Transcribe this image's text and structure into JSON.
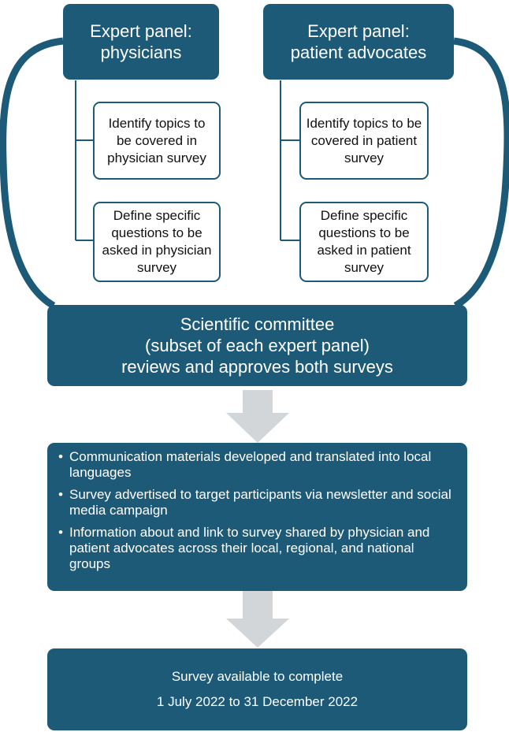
{
  "panels": [
    {
      "title_line1": "Expert panel:",
      "title_line2": "physicians",
      "tasks": [
        "Identify topics to be covered in physician survey",
        "Define specific questions to be asked in physician survey"
      ]
    },
    {
      "title_line1": "Expert panel:",
      "title_line2": "patient advocates",
      "tasks": [
        "Identify topics to be covered in patient survey",
        "Define specific questions to be asked in patient survey"
      ]
    }
  ],
  "committee": {
    "line1": "Scientific committee",
    "line2": "(subset of each expert panel)",
    "line3": "reviews and approves both surveys"
  },
  "dissemination": [
    "Communication materials developed and translated into local languages",
    "Survey advertised to target participants via newsletter and social media campaign",
    "Information about and link to survey shared by physician and patient advocates across their local, regional, and national groups"
  ],
  "availability": {
    "line1": "Survey available to complete",
    "line2": "1 July 2022 to 31 December 2022"
  },
  "colors": {
    "primary": "#1d5a78",
    "arrow": "#d3d6d9",
    "text_light": "#ffffff"
  }
}
